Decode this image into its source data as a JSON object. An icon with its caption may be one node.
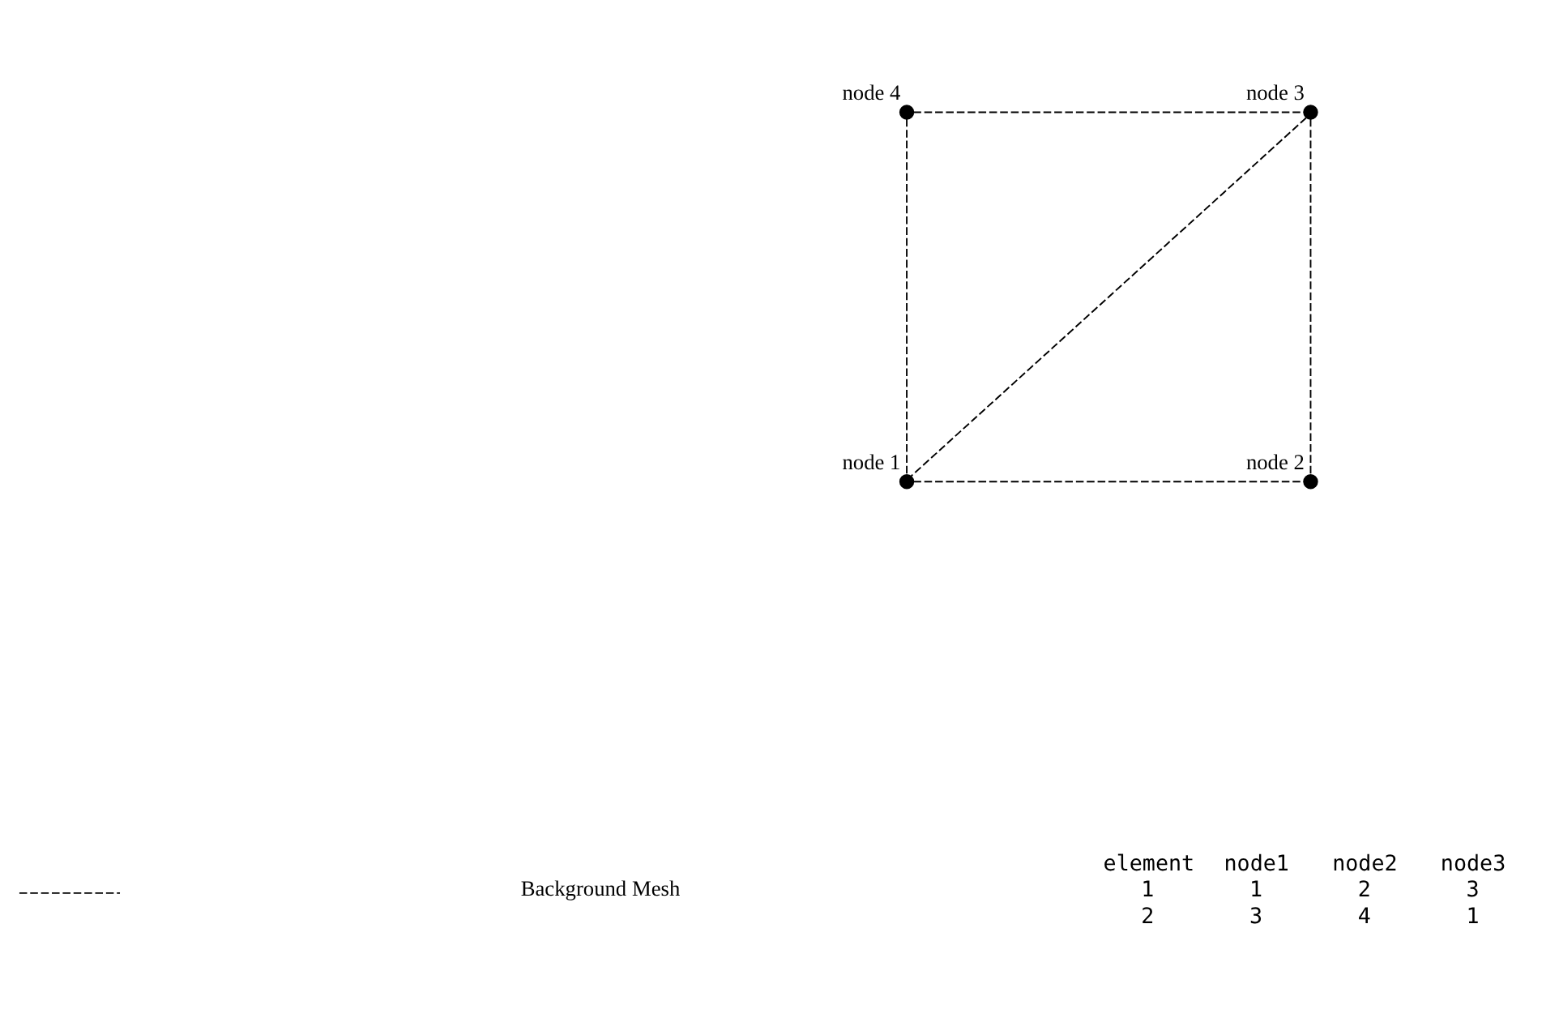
{
  "diagram": {
    "nodes": [
      {
        "text": [],
        "shape": "circle",
        "beside": [
          "node 1"
        ]
      },
      {
        "text": [],
        "shape": "circle",
        "beside": [
          "node 2"
        ]
      },
      {
        "text": [],
        "shape": "circle",
        "beside": [
          "node 3"
        ]
      },
      {
        "text": [],
        "shape": "circle",
        "beside": [
          "node 4"
        ]
      }
    ],
    "edges": [
      {
        "from": 3,
        "to": 2,
        "arrow": "none",
        "style": "dashed"
      },
      {
        "from": 2,
        "to": 1,
        "arrow": "none",
        "style": "dashed"
      },
      {
        "from": 0,
        "to": 1,
        "arrow": "none",
        "style": "dashed"
      },
      {
        "from": 3,
        "to": 0,
        "arrow": "none",
        "style": "dashed"
      },
      {
        "from": 2,
        "to": 0,
        "arrow": "none",
        "style": "dashed"
      }
    ],
    "labels": [
      "element",
      "node1",
      "node2",
      "node3",
      "1",
      "1",
      "2",
      "3",
      "2",
      "3",
      "4",
      "1"
    ],
    "legend": [
      {
        "text": "Background Mesh"
      }
    ]
  }
}
